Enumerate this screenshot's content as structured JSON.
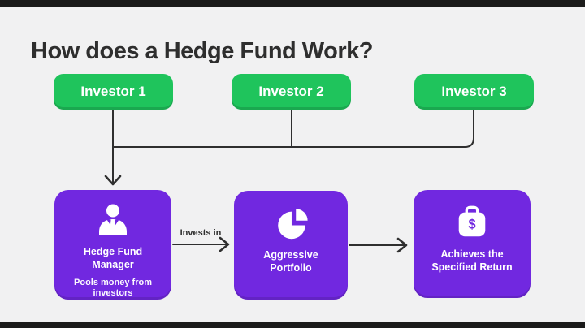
{
  "page": {
    "title": "How does a Hedge Fund Work?"
  },
  "investors": [
    {
      "label": "Investor 1"
    },
    {
      "label": "Investor 2"
    },
    {
      "label": "Investor 3"
    }
  ],
  "flow": [
    {
      "title": "Hedge Fund Manager",
      "subtitle": "Pools money from investors",
      "icon": "manager-person-icon"
    },
    {
      "title": "Aggressive Portfolio",
      "icon": "pie-chart-icon"
    },
    {
      "title": "Achieves the Specified Return",
      "icon": "money-bag-dollar-icon"
    }
  ],
  "labels": {
    "invests_in": "Invests in"
  },
  "colors": {
    "background": "#f1f1f2",
    "investor_green": "#1fc45c",
    "flow_purple": "#7128e0",
    "connector_line": "#2f2f2f",
    "title_text": "#2e2e2e",
    "edge_bar": "#1b1b1b",
    "box_text": "#ffffff"
  }
}
